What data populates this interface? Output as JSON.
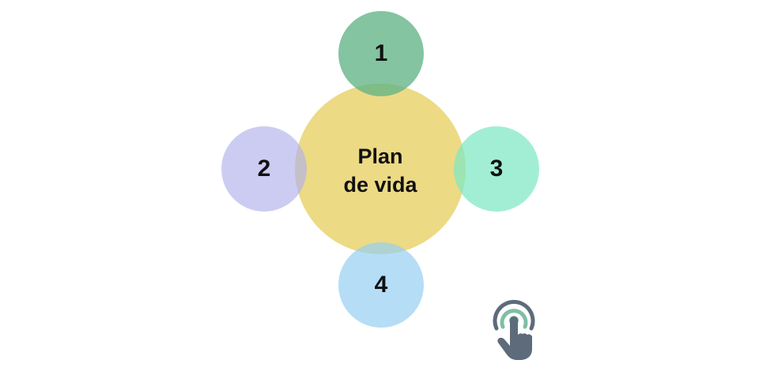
{
  "center": {
    "line1": "Plan",
    "line2": "de vida"
  },
  "nodes": [
    {
      "label": "1"
    },
    {
      "label": "2"
    },
    {
      "label": "3"
    },
    {
      "label": "4"
    }
  ],
  "colors": {
    "center": "#EAD678",
    "node_1": "#62B486",
    "node_2": "#B0B0EC",
    "node_3": "#7EE8C4",
    "node_4": "#96CEF2",
    "icon_hand": "#5D6B7B",
    "icon_ring": "#7FBFA5"
  },
  "icon": "tap-hand-icon"
}
